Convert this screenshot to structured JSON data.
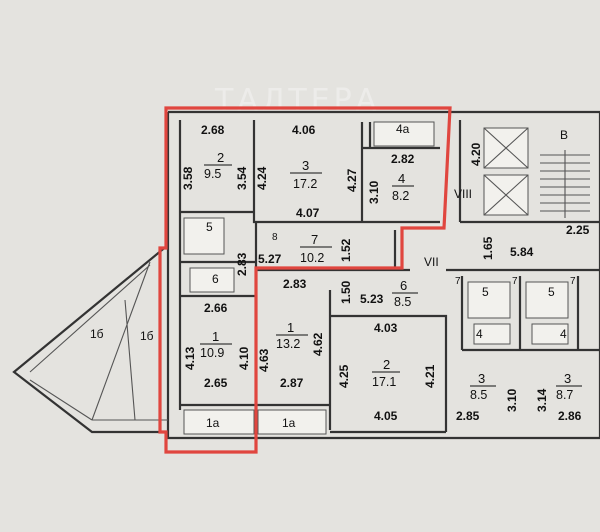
{
  "watermark": "ТАЛТЕРА",
  "stair_label": "B",
  "roman_labels": {
    "viii": "VIII",
    "vii": "VII"
  },
  "rooms": [
    {
      "id": "r2a",
      "number": "2",
      "area": "9.5"
    },
    {
      "id": "r3a",
      "number": "3",
      "area": "17.2"
    },
    {
      "id": "r4a",
      "number": "4",
      "area": "8.2"
    },
    {
      "id": "r7",
      "number": "7",
      "area": "10.2"
    },
    {
      "id": "r1a",
      "number": "1",
      "area": "10.9"
    },
    {
      "id": "r1b",
      "number": "1",
      "area": "13.2"
    },
    {
      "id": "r6",
      "number": "6",
      "area": "8.5"
    },
    {
      "id": "r2b",
      "number": "2",
      "area": "17.1"
    },
    {
      "id": "r3b",
      "number": "3",
      "area": "8.5"
    },
    {
      "id": "r3c",
      "number": "3",
      "area": "8.7"
    }
  ],
  "small_labels": {
    "4a": "4а",
    "5_left": "5",
    "6_left": "6",
    "8": "8",
    "5_mid": "5",
    "5_right": "5",
    "4_mid": "4",
    "4_right": "4",
    "7_a": "7",
    "7_b": "7",
    "7_c": "7",
    "1a_left": "1а",
    "1a_right": "1а",
    "1b_left": "1б",
    "1b_right": "1б"
  },
  "dimensions": {
    "d_2_68": "2.68",
    "d_4_06": "4.06",
    "d_3_58": "3.58",
    "d_3_54": "3.54",
    "d_4_24": "4.24",
    "d_4_27": "4.27",
    "d_2_82": "2.82",
    "d_3_10a": "3.10",
    "d_4_07": "4.07",
    "d_4_20": "4.20",
    "d_2_25": "2.25",
    "d_1_65": "1.65",
    "d_5_84": "5.84",
    "d_2_83a": "2.83",
    "d_5_27": "5.27",
    "d_1_52": "1.52",
    "d_2_83b": "2.83",
    "d_1_50": "1.50",
    "d_5_23": "5.23",
    "d_2_66": "2.66",
    "d_4_13": "4.13",
    "d_4_10": "4.10",
    "d_2_65": "2.65",
    "d_4_63": "4.63",
    "d_4_62": "4.62",
    "d_2_87": "2.87",
    "d_4_03": "4.03",
    "d_4_25": "4.25",
    "d_4_21": "4.21",
    "d_4_05": "4.05",
    "d_3_10b": "3.10",
    "d_3_14": "3.14",
    "d_2_85": "2.85",
    "d_2_86": "2.86"
  },
  "highlight_color": "#e0463f",
  "background_color": "#e4e3df"
}
